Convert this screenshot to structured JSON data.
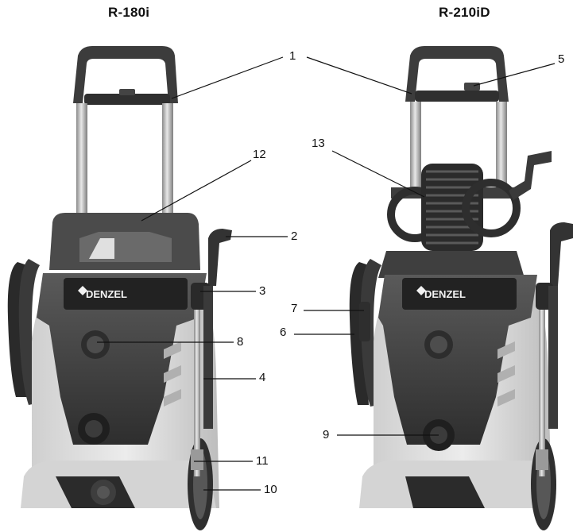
{
  "titles": {
    "left": "R-180i",
    "right": "R-210iD"
  },
  "brand": "DENZEL",
  "callouts": {
    "c1": "1",
    "c2": "2",
    "c3": "3",
    "c4": "4",
    "c5": "5",
    "c6": "6",
    "c7": "7",
    "c8": "8",
    "c9": "9",
    "c10": "10",
    "c11": "11",
    "c12": "12",
    "c13": "13"
  }
}
